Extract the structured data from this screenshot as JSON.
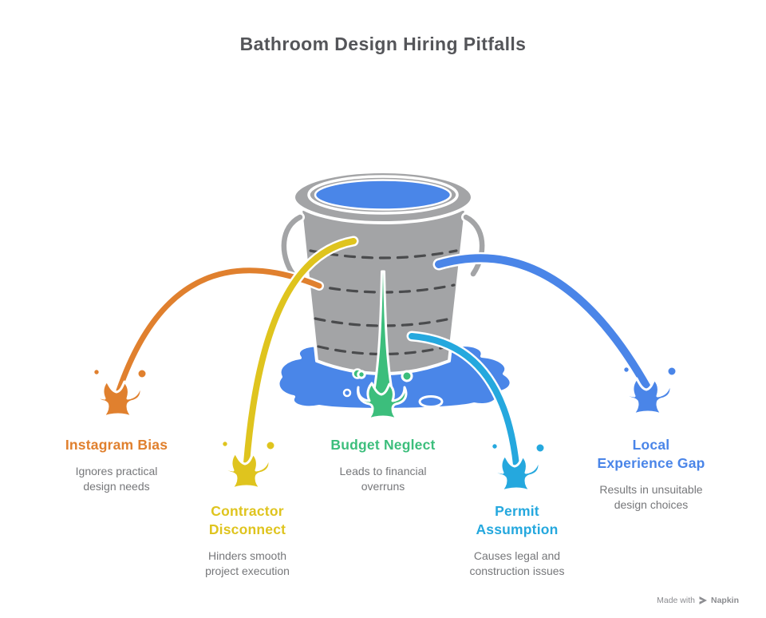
{
  "title": "Bathroom Design Hiring Pitfalls",
  "pitfalls": [
    {
      "id": "instagram-bias",
      "label": "Instagram Bias",
      "label_lines": [
        "Instagram Bias"
      ],
      "description": "Ignores practical design needs",
      "desc_lines": [
        "Ignores practical",
        "design needs"
      ],
      "color": "#E0802E"
    },
    {
      "id": "contractor-disconnect",
      "label": "Contractor Disconnect",
      "label_lines": [
        "Contractor",
        "Disconnect"
      ],
      "description": "Hinders smooth project execution",
      "desc_lines": [
        "Hinders smooth",
        "project execution"
      ],
      "color": "#DFC41E"
    },
    {
      "id": "budget-neglect",
      "label": "Budget Neglect",
      "label_lines": [
        "Budget Neglect"
      ],
      "description": "Leads to financial overruns",
      "desc_lines": [
        "Leads to financial",
        "overruns"
      ],
      "color": "#3CBE7C"
    },
    {
      "id": "permit-assumption",
      "label": "Permit Assumption",
      "label_lines": [
        "Permit",
        "Assumption"
      ],
      "description": "Causes legal and construction issues",
      "desc_lines": [
        "Causes legal and",
        "construction issues"
      ],
      "color": "#25A8DE"
    },
    {
      "id": "local-experience-gap",
      "label": "Local Experience Gap",
      "label_lines": [
        "Local",
        "Experience Gap"
      ],
      "description": "Results in unsuitable design choices",
      "desc_lines": [
        "Results in unsuitable",
        "design choices"
      ],
      "color": "#4A85E8"
    }
  ],
  "colors": {
    "title_text": "#545559",
    "desc_text": "#76777A",
    "bucket": "#A3A4A6",
    "dash": "#4A4B4D",
    "water": "#4A86E8",
    "outline": "#FFFFFF",
    "watermark_text": "#8B8C90"
  },
  "watermark": {
    "prefix": "Made with",
    "brand": "Napkin"
  }
}
